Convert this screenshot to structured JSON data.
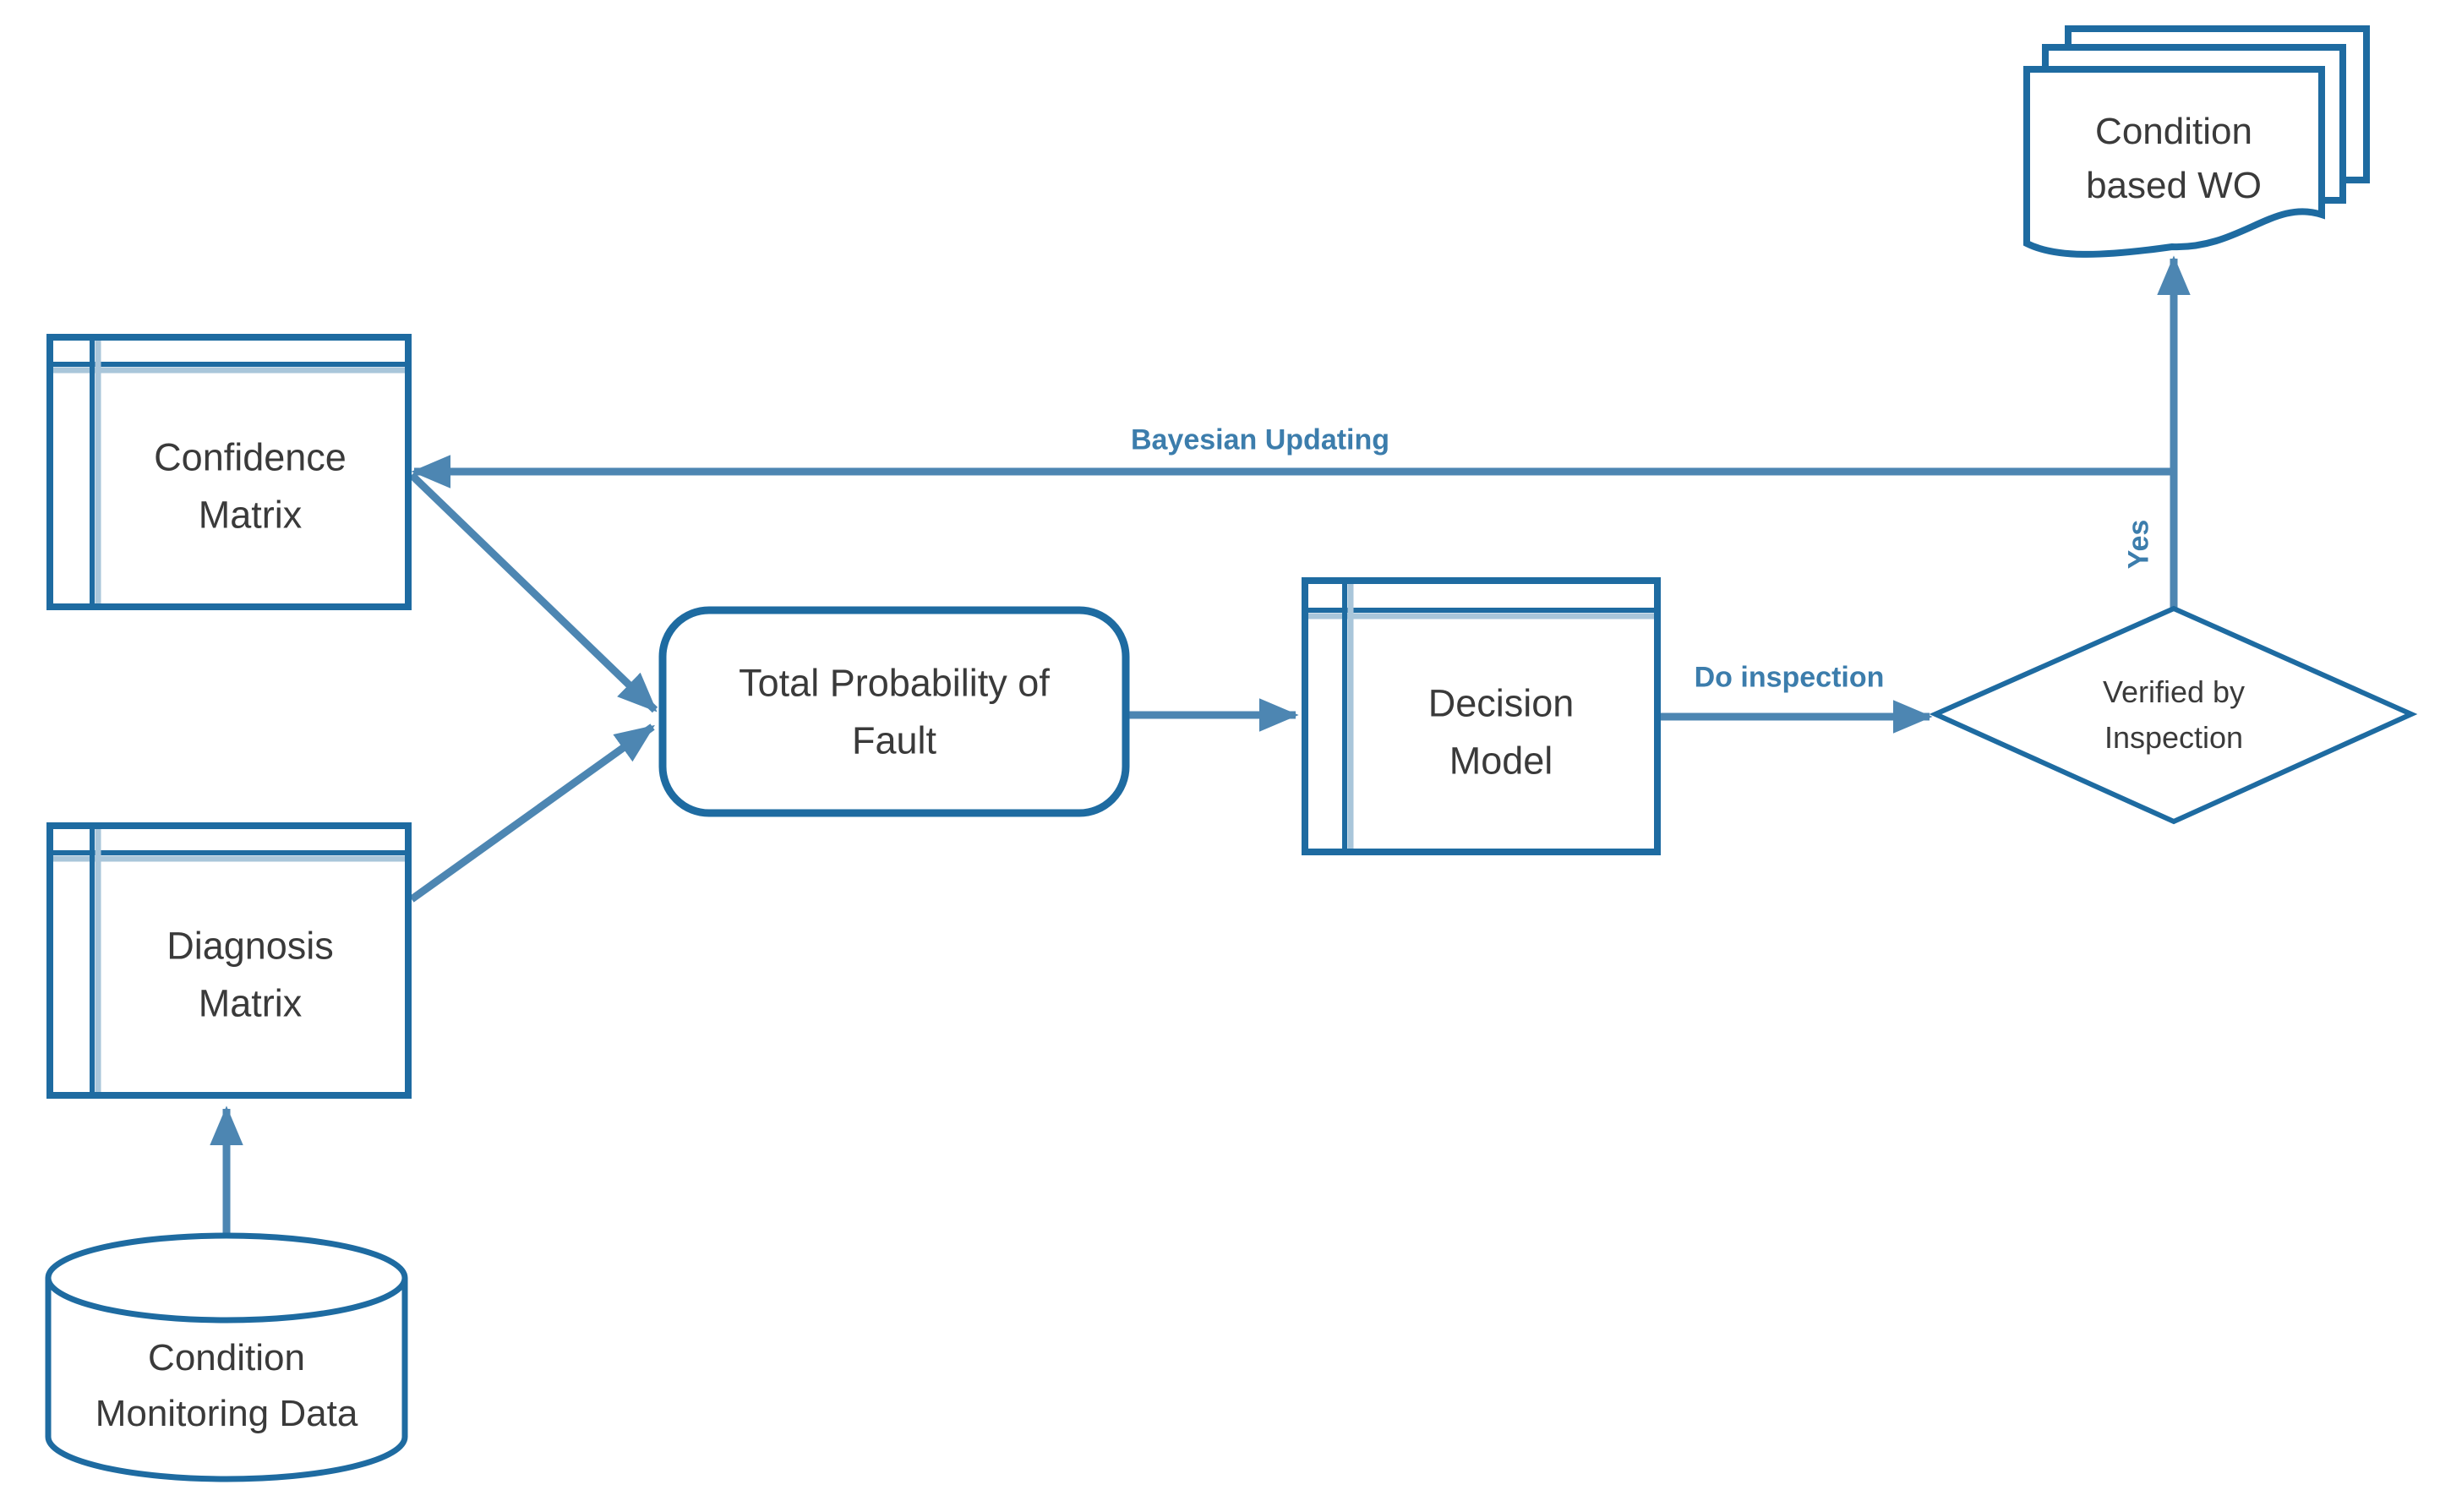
{
  "colors": {
    "background": "#ffffff",
    "shape_border": "#1e6ba1",
    "table_accent_light": "#a9c6da",
    "connector": "#4d86b2",
    "edge_label": "#3c7dac",
    "node_text": "#3a3a3a"
  },
  "nodes": {
    "confidence_matrix": {
      "shape": "table-box",
      "lines": [
        "Confidence",
        "Matrix"
      ]
    },
    "diagnosis_matrix": {
      "shape": "table-box",
      "lines": [
        "Diagnosis",
        "Matrix"
      ]
    },
    "condition_monitoring_data": {
      "shape": "database-cylinder",
      "lines": [
        "Condition",
        "Monitoring Data"
      ]
    },
    "total_probability_of_fault": {
      "shape": "rounded-rectangle",
      "lines": [
        "Total Probability of",
        "Fault"
      ]
    },
    "decision_model": {
      "shape": "table-box",
      "lines": [
        "Decision",
        "Model"
      ]
    },
    "verified_by_inspection": {
      "shape": "decision-diamond",
      "lines": [
        "Verified by",
        "Inspection"
      ]
    },
    "condition_based_wo": {
      "shape": "document-stack",
      "lines": [
        "Condition",
        "based WO"
      ]
    }
  },
  "edges": {
    "monitoring_data_to_diagnosis": {
      "from": "condition_monitoring_data",
      "to": "diagnosis_matrix"
    },
    "diagnosis_to_total_probability": {
      "from": "diagnosis_matrix",
      "to": "total_probability_of_fault"
    },
    "confidence_to_total_probability": {
      "from": "confidence_matrix",
      "to": "total_probability_of_fault"
    },
    "total_probability_to_decision": {
      "from": "total_probability_of_fault",
      "to": "decision_model"
    },
    "decision_to_verified": {
      "from": "decision_model",
      "to": "verified_by_inspection",
      "label": "Do inspection"
    },
    "verified_to_condition_based_wo": {
      "from": "verified_by_inspection",
      "to": "condition_based_wo",
      "label": "Yes"
    },
    "verified_to_confidence_bayesian": {
      "from": "verified_by_inspection",
      "to": "confidence_matrix",
      "label": "Bayesian Updating"
    }
  }
}
